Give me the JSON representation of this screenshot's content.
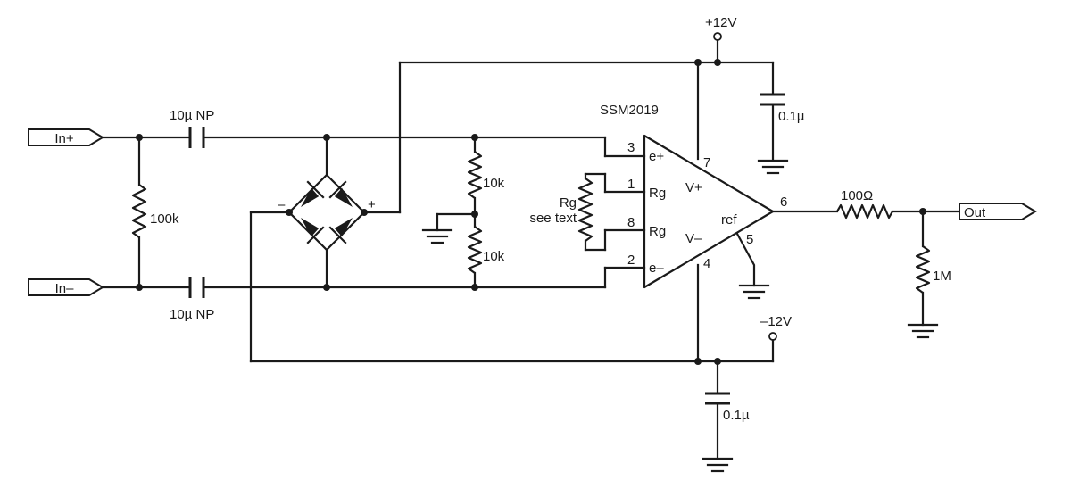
{
  "chip": {
    "name": "SSM2019"
  },
  "ports": {
    "in_plus": "In+",
    "in_minus": "In–",
    "out": "Out"
  },
  "supplies": {
    "positive": "+12V",
    "negative": "–12V"
  },
  "capacitors": {
    "c_in_top": "10µ NP",
    "c_in_bottom": "10µ NP",
    "c_pos": "0.1µ",
    "c_neg": "0.1µ"
  },
  "resistors": {
    "r_input": "100k",
    "r_div_top": "10k",
    "r_div_bottom": "10k",
    "r_gain": "Rg",
    "r_out": "100Ω",
    "r_load": "1M"
  },
  "gain_note": "see text",
  "bridge": {
    "minus": "–",
    "plus": "+"
  },
  "pins": {
    "p3": "3",
    "p1": "1",
    "p8": "8",
    "p2": "2",
    "p7": "7",
    "p4": "4",
    "p6": "6",
    "p5": "5"
  },
  "pin_labels": {
    "e_plus": "e+",
    "rg_1": "Rg",
    "rg_2": "Rg",
    "e_minus": "e–",
    "v_plus": "V+",
    "v_minus": "V–",
    "ref": "ref"
  }
}
